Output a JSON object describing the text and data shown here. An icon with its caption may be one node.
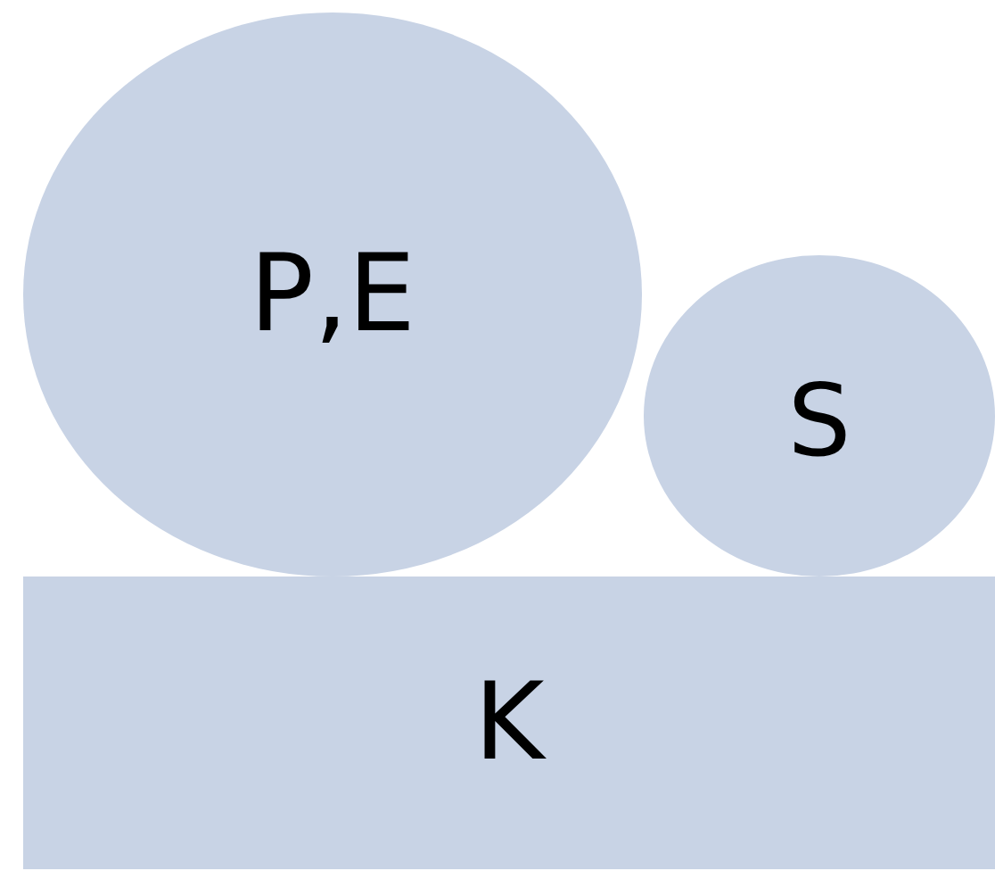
{
  "diagram": {
    "nodes": [
      {
        "text": [
          "P,E"
        ]
      },
      {
        "text": [
          "S"
        ]
      },
      {
        "text": [
          "K"
        ]
      }
    ]
  }
}
